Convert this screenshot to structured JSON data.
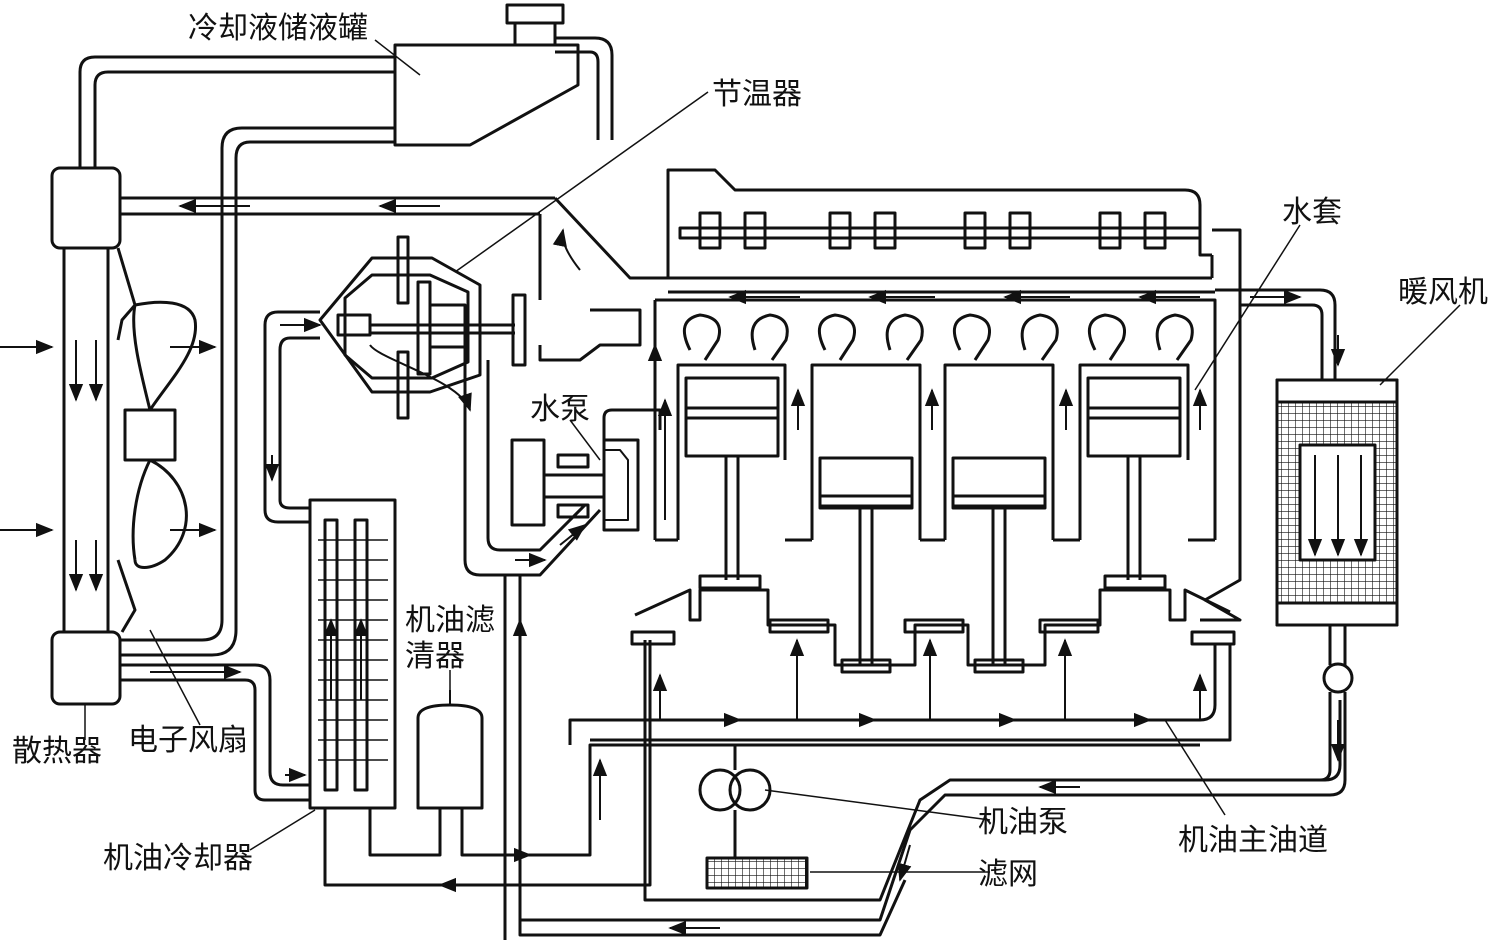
{
  "labels": {
    "coolant_tank": "冷却液储液罐",
    "thermostat": "节温器",
    "water_jacket": "水套",
    "heater": "暖风机",
    "water_pump": "水泵",
    "oil_filter_line1": "机油滤",
    "oil_filter_line2": "清器",
    "radiator": "散热器",
    "electric_fan": "电子风扇",
    "oil_cooler": "机油冷却器",
    "oil_pump": "机油泵",
    "oil_gallery": "机油主油道",
    "strainer": "滤网"
  },
  "colors": {
    "line": "#111111",
    "background": "#ffffff"
  }
}
